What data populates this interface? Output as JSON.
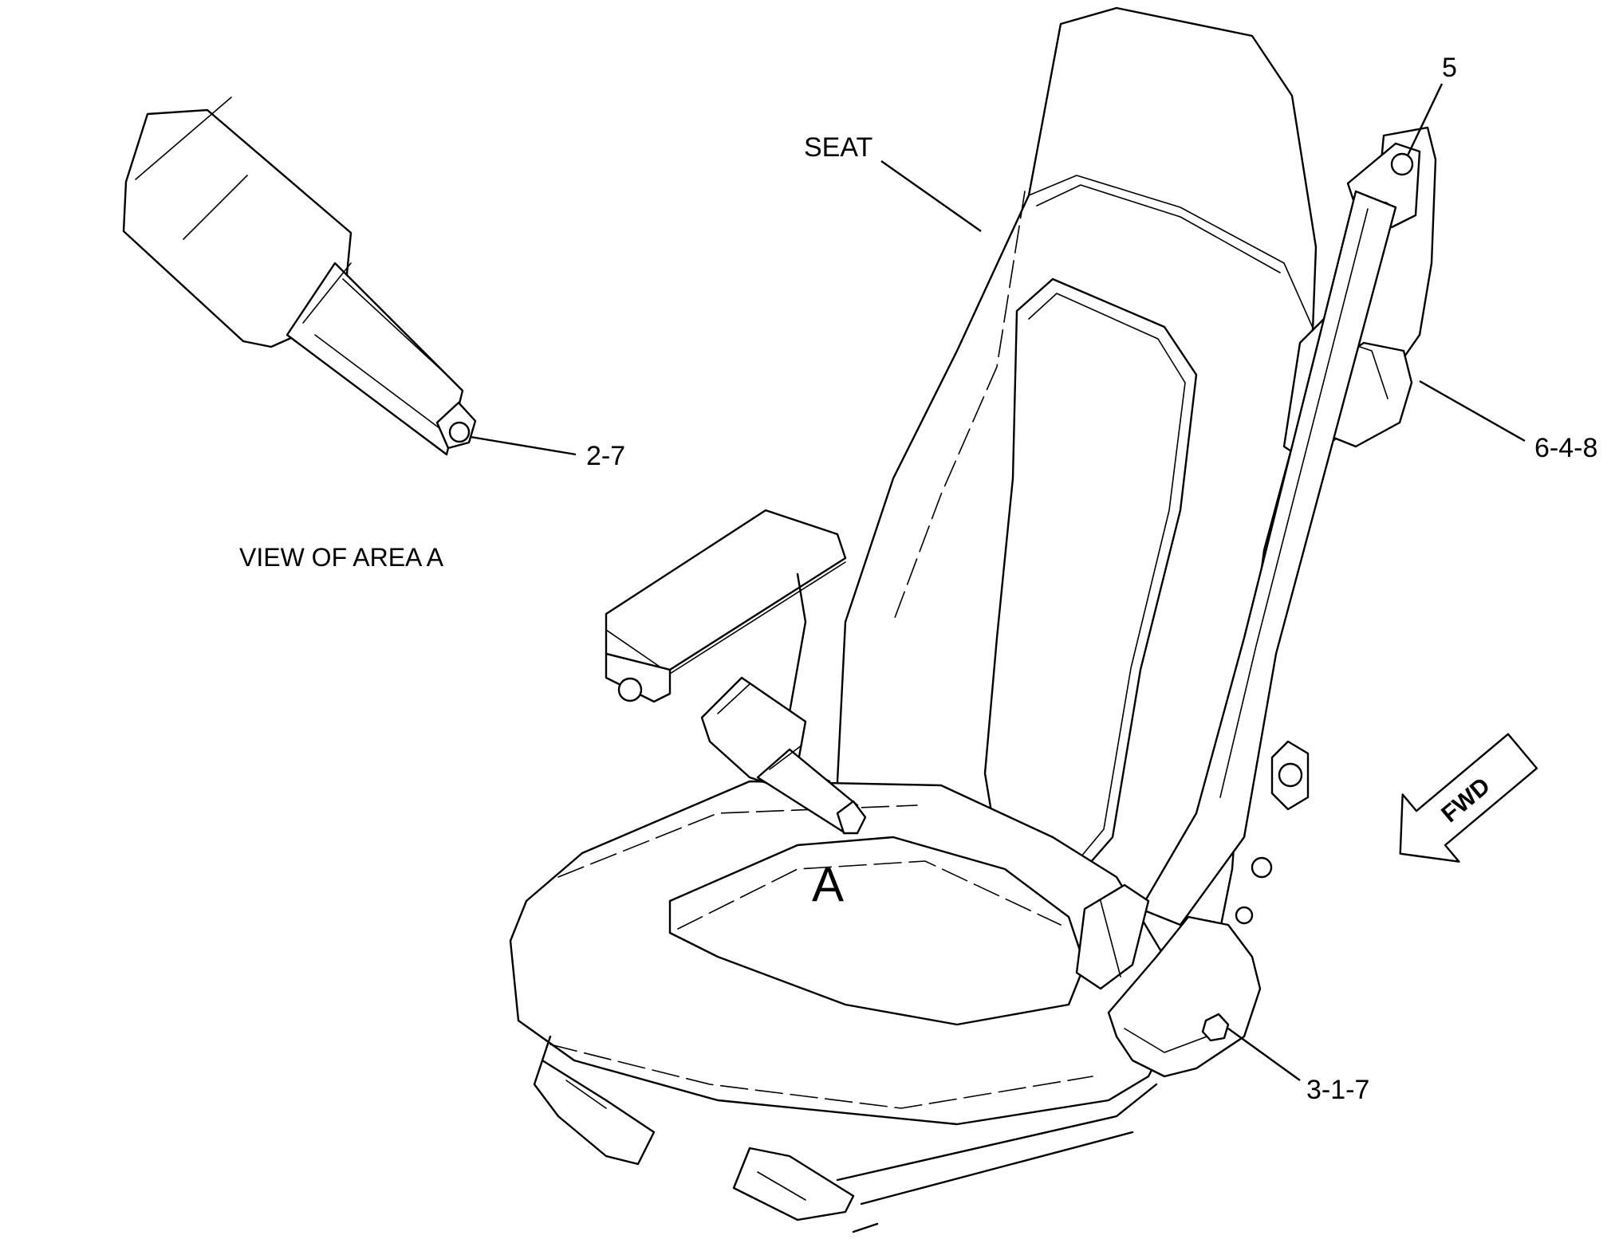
{
  "labels": {
    "seat": "SEAT",
    "part_5": "5",
    "part_2_7": "2-7",
    "part_6_4_8": "6-4-8",
    "part_3_1_7": "3-1-7",
    "view_of_area": "VIEW OF AREA A",
    "area_marker": "A",
    "direction": "FWD"
  },
  "icons": {
    "direction_arrow": "fwd-arrow-icon"
  }
}
